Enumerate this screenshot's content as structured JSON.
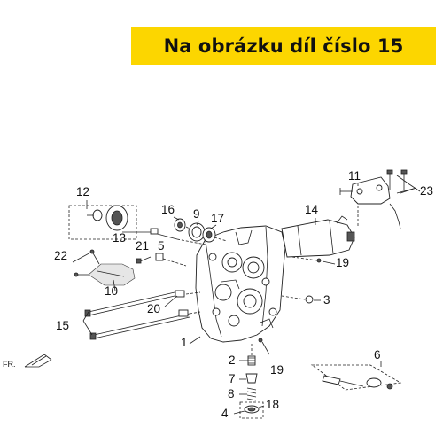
{
  "banner": {
    "text": "Na obrázku díl číslo 15"
  },
  "direction_label": "FR.",
  "part_labels": {
    "p1": "1",
    "p2": "2",
    "p3": "3",
    "p4": "4",
    "p5": "5",
    "p6": "6",
    "p7": "7",
    "p8": "8",
    "p9": "9",
    "p10": "10",
    "p11": "11",
    "p12": "12",
    "p13": "13",
    "p14": "14",
    "p15": "15",
    "p16": "16",
    "p17": "17",
    "p18": "18",
    "p19a": "19",
    "p19b": "19",
    "p20": "20",
    "p21": "21",
    "p22": "22",
    "p23": "23"
  },
  "colors": {
    "banner": "#fcd600",
    "ink": "#222222"
  }
}
